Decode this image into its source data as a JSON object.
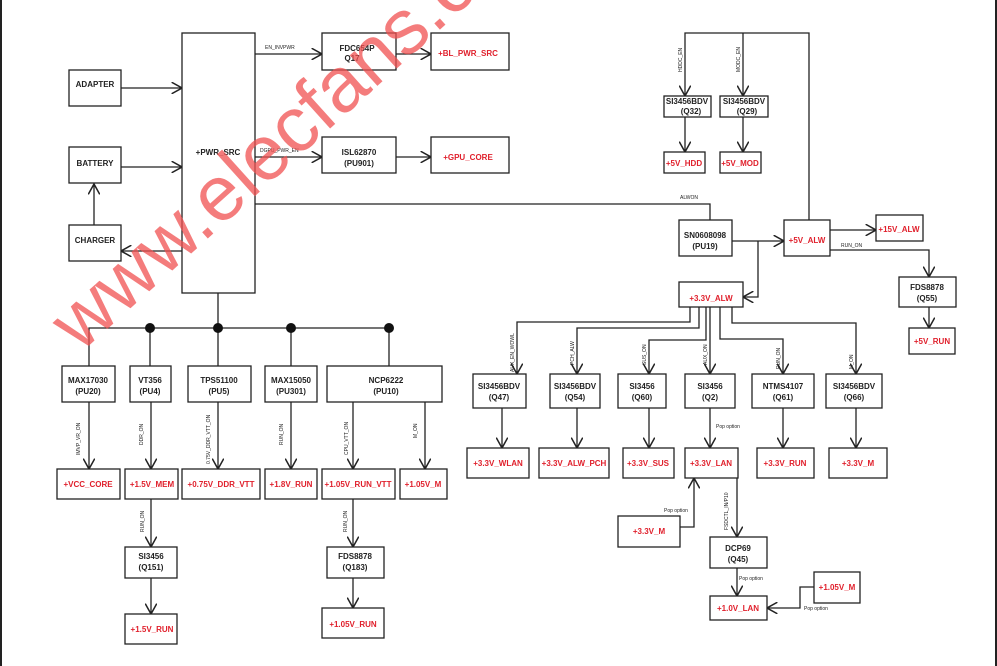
{
  "watermark": "www.elecfans.com",
  "blocks": {
    "pwr_src": "+PWR_SRC",
    "adapter": "ADAPTER",
    "battery": "BATTERY",
    "charger": "CHARGER",
    "q17": [
      "FDC654P",
      "Q17"
    ],
    "bl_pwr_src": "+BL_PWR_SRC",
    "pu901": [
      "ISL62870",
      "(PU901)"
    ],
    "gpu_core": "+GPU_CORE",
    "pu19": [
      "SN0608098",
      "(PU19)"
    ],
    "v5_alw": "+5V_ALW",
    "v15_alw": "+15V_ALW",
    "q55": [
      "FDS8878",
      "(Q55)"
    ],
    "v5_run": "+5V_RUN",
    "q32": [
      "SI3456BDV",
      "(Q32)"
    ],
    "q29": [
      "SI3456BDV",
      "(Q29)"
    ],
    "v5_hdd": "+5V_HDD",
    "v5_mod": "+5V_MOD",
    "v33_alw": "+3.3V_ALW",
    "q47": [
      "SI3456BDV",
      "(Q47)"
    ],
    "q54": [
      "SI3456BDV",
      "(Q54)"
    ],
    "q60": [
      "SI3456",
      "(Q60)"
    ],
    "q2": [
      "SI3456",
      "(Q2)"
    ],
    "q61": [
      "NTMS4107",
      "(Q61)"
    ],
    "q66": [
      "SI3456BDV",
      "(Q66)"
    ],
    "v33_wlan": "+3.3V_WLAN",
    "v33_alw_pch": "+3.3V_ALW_PCH",
    "v33_sus": "+3.3V_SUS",
    "v33_lan": "+3.3V_LAN",
    "v33_run": "+3.3V_RUN",
    "v33_m": "+3.3V_M",
    "v33_m2": "+3.3V_M",
    "q45": [
      "DCP69",
      "(Q45)"
    ],
    "v10_lan": "+1.0V_LAN",
    "v105_m2": "+1.05V_M",
    "pu20": [
      "MAX17030",
      "(PU20)"
    ],
    "pu4": [
      "VT356",
      "(PU4)"
    ],
    "pu5": [
      "TPS51100",
      "(PU5)"
    ],
    "pu301": [
      "MAX15050",
      "(PU301)"
    ],
    "pu10": [
      "NCP6222",
      "(PU10)"
    ],
    "vcc_core": "+VCC_CORE",
    "v15_mem": "+1.5V_MEM",
    "v075_ddr_vtt": "+0.75V_DDR_VTT",
    "v18_run": "+1.8V_RUN",
    "v105_run_vtt": "+1.05V_RUN_VTT",
    "v105_m": "+1.05V_M",
    "q151": [
      "SI3456",
      "(Q151)"
    ],
    "v15_run": "+1.5V_RUN",
    "q183": [
      "FDS8878",
      "(Q183)"
    ],
    "v105_run": "+1.05V_RUN"
  },
  "signals": {
    "en_invpwr": "EN_INVPWR",
    "dgpu_pwr_en": "DGPU_PWR_EN",
    "alwon": "ALWON",
    "hddc_en": "HDDC_EN",
    "modc_en": "MODC_EN",
    "run_on": "RUN_ON",
    "aux_en_wowl": "AUX_EN_WOWL",
    "pch_alw": "PCH_ALW",
    "sus_on": "SUS_ON",
    "aux_on": "AUX_ON",
    "run_on2": "RUN_ON",
    "m_on": "M_ON",
    "imvp_vr_on": "IMVP_VR_ON",
    "ddr_on": "DDR_ON",
    "ddr_vtt_on": "0.75V_DDR_VTT_ON",
    "run_on3": "RUN_ON",
    "cpu_vtt_on": "CPU_VTT_ON",
    "m_on2": "M_ON",
    "run_on4": "RUN_ON",
    "run_on5": "RUN_ON",
    "pop1": "Pop option",
    "pop2": "Pop option",
    "pop3": "Pop option",
    "pop4": "Pop option",
    "ssdctl": "FSDCTL_IN/P10"
  }
}
